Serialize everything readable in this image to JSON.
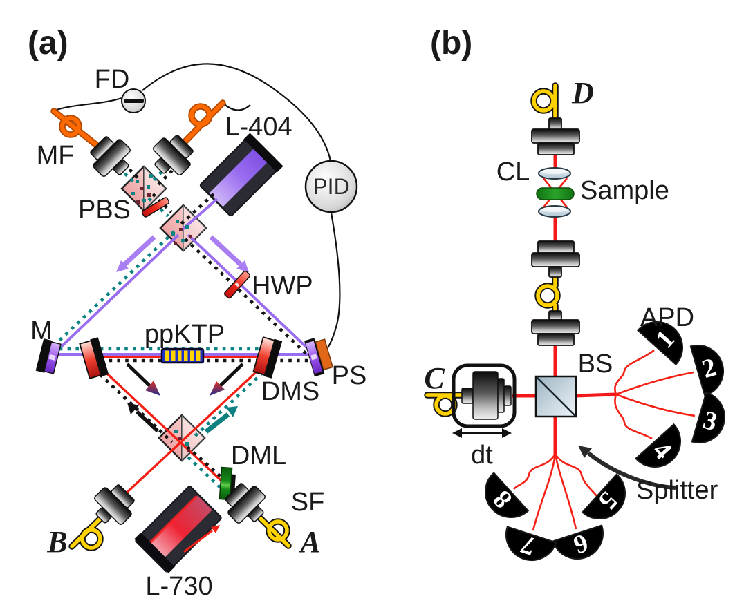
{
  "figure": {
    "panel_a": {
      "title": "(a)",
      "labels": {
        "fd": "FD",
        "mf": "MF",
        "pbs": "PBS",
        "laser404": "L-404",
        "pid": "PID",
        "hwp": "HWP",
        "mirror": "M",
        "ppktp": "ppKTP",
        "ps": "PS",
        "dms": "DMS",
        "dml": "DML",
        "sf": "SF",
        "laser730": "L-730",
        "port_a": "A",
        "port_b": "B"
      }
    },
    "panel_b": {
      "title": "(b)",
      "labels": {
        "port_d": "D",
        "cl": "CL",
        "sample": "Sample",
        "apd": "APD",
        "bs": "BS",
        "port_c": "C",
        "dt": "dt",
        "splitter": "Splitter"
      },
      "detectors": [
        "1",
        "2",
        "3",
        "4",
        "5",
        "6",
        "7",
        "8"
      ]
    },
    "colors": {
      "pump_beam": "#9A6CF0",
      "alignment_beam": "#F52015",
      "photon_path_teal_dotted": "#0D8484",
      "photon_path_black_dotted": "#141414",
      "multimode_fiber": "#FF6A00",
      "single_mode_fiber": "#FFD200",
      "dichroic_long": "#1E8C1E",
      "sample": "#1E8C1E",
      "pbs_cube": "#F2BCBC",
      "bs_cube": "#C3D4DE",
      "crystal_body": "#2233CC",
      "crystal_poling": "#FFD400"
    }
  }
}
